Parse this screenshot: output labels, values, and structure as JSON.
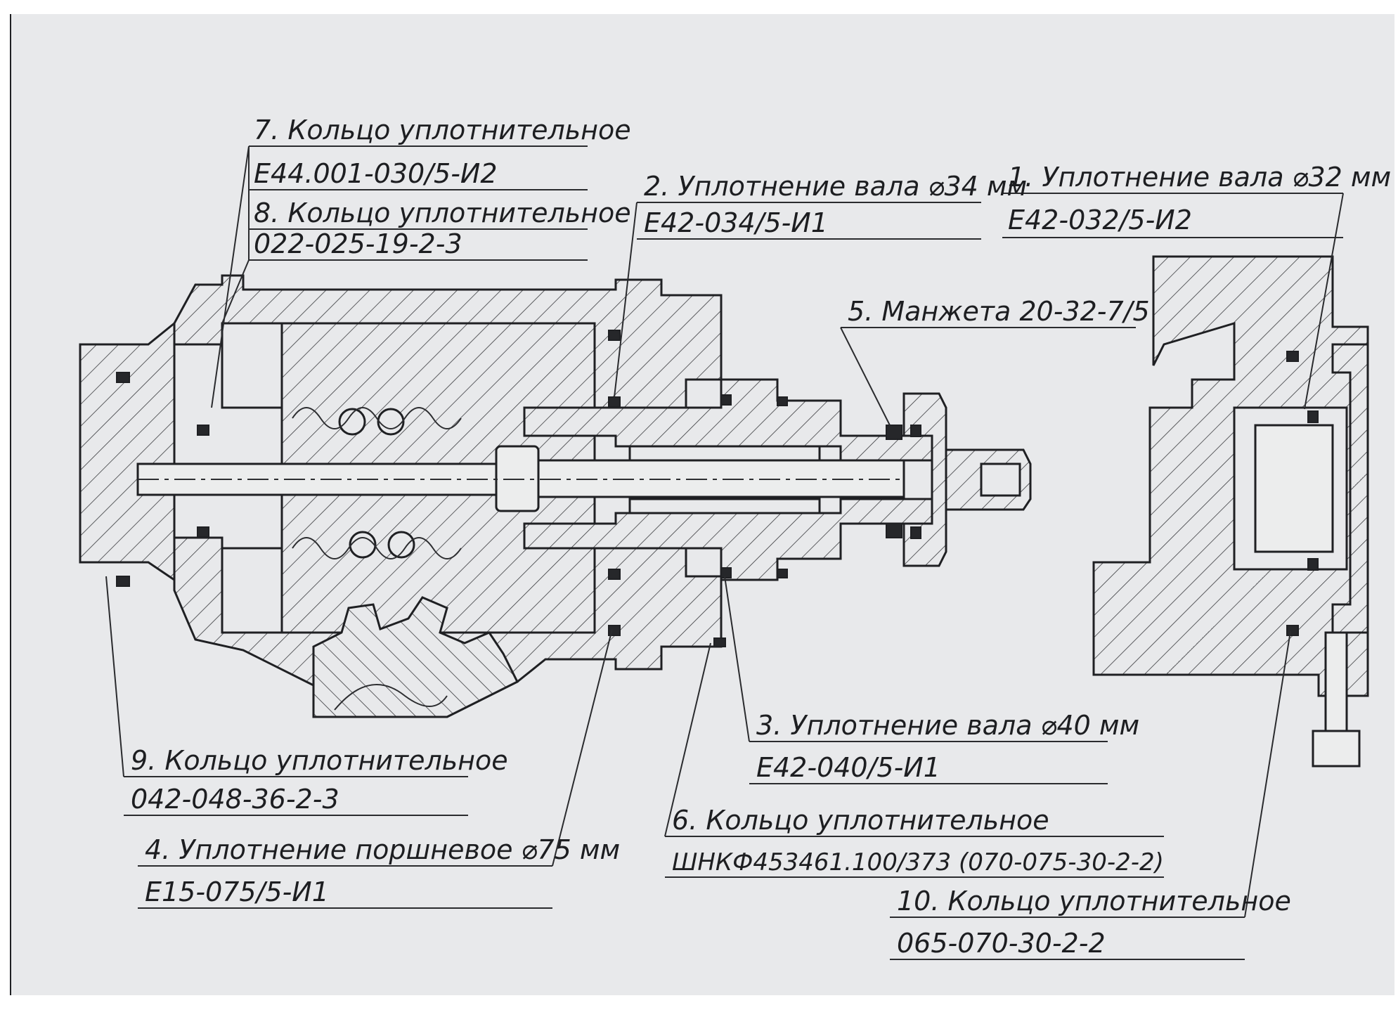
{
  "labels": [
    {
      "id": "part-7",
      "line1": "7. Кольцо уплотнительное",
      "line2": "Е44.001-030/5-И2"
    },
    {
      "id": "part-8",
      "line1": "8. Кольцо уплотнительное",
      "line2": "022-025-19-2-3"
    },
    {
      "id": "part-2",
      "line1": "2. Уплотнение вала ⌀34 мм",
      "line2": "Е42-034/5-И1"
    },
    {
      "id": "part-1",
      "line1": "1. Уплотнение вала ⌀32 мм",
      "line2": "Е42-032/5-И2"
    },
    {
      "id": "part-5",
      "line1": "5. Манжета 20-32-7/5",
      "line2": ""
    },
    {
      "id": "part-3",
      "line1": "3. Уплотнение вала ⌀40 мм",
      "line2": "Е42-040/5-И1"
    },
    {
      "id": "part-9",
      "line1": "9. Кольцо уплотнительное",
      "line2": "042-048-36-2-3"
    },
    {
      "id": "part-6",
      "line1": "6. Кольцо уплотнительное",
      "line2": "ШНКФ453461.100/373 (070-075-30-2-2)"
    },
    {
      "id": "part-4",
      "line1": "4. Уплотнение поршневое ⌀75 мм",
      "line2": "Е15-075/5-И1"
    },
    {
      "id": "part-10",
      "line1": "10. Кольцо уплотнительное",
      "line2": "065-070-30-2-2"
    }
  ],
  "colors": {
    "paper": "#e8e9eb",
    "ink": "#1f2023"
  }
}
